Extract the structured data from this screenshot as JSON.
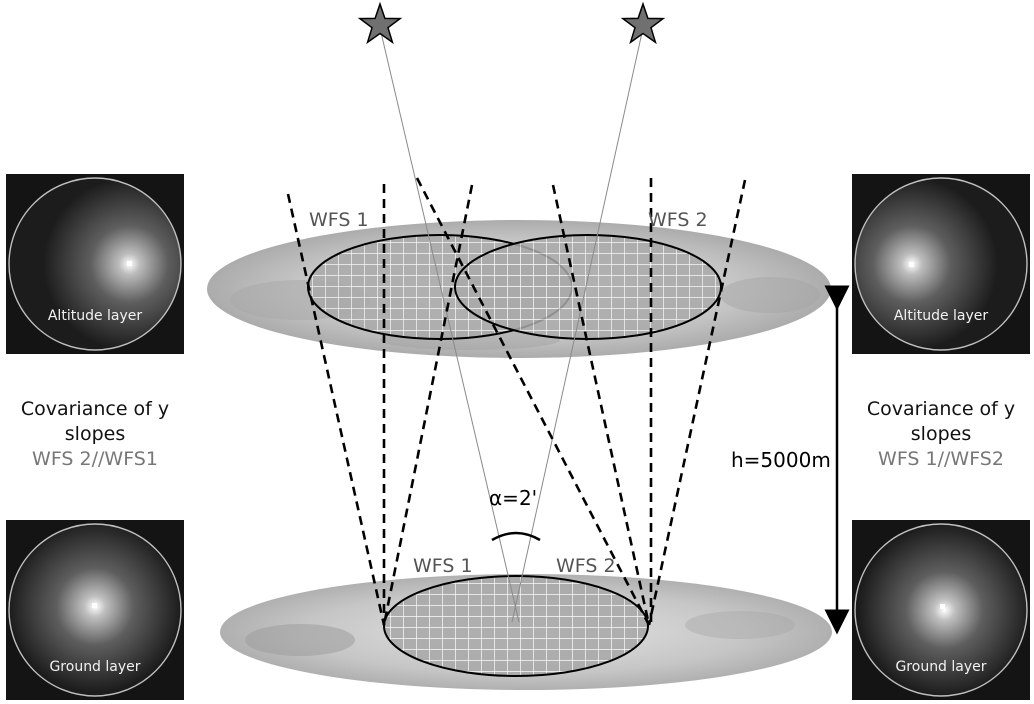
{
  "left": {
    "top_panel_label": "Altitude layer",
    "bottom_panel_label": "Ground layer",
    "caption_line1": "Covariance of y",
    "caption_line2": "slopes",
    "caption_line3": "WFS 2//WFS1"
  },
  "right": {
    "top_panel_label": "Altitude layer",
    "bottom_panel_label": "Ground layer",
    "caption_line1": "Covariance of y",
    "caption_line2": "slopes",
    "caption_line3": "WFS 1//WFS2"
  },
  "diagram": {
    "upper_wfs1_label": "WFS 1",
    "upper_wfs2_label": "WFS 2",
    "lower_wfs1_label": "WFS 1",
    "lower_wfs2_label": "WFS 2",
    "angle_label": "α=2'",
    "height_label": "h=5000m"
  }
}
